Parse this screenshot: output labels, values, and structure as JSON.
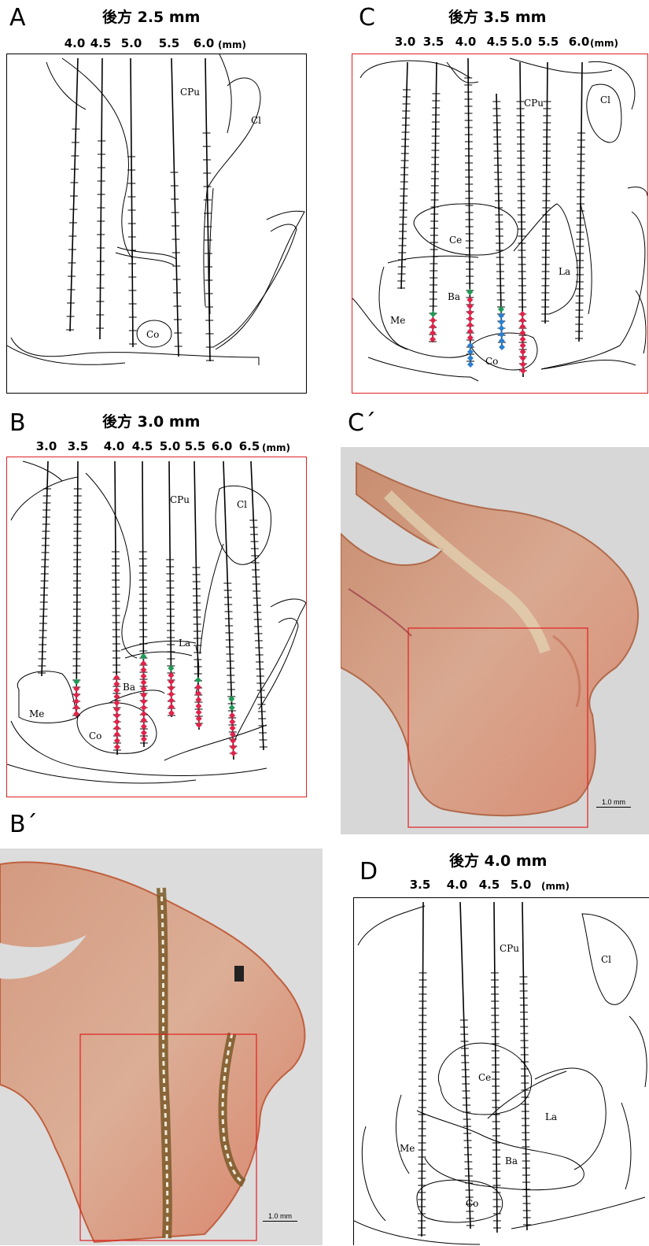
{
  "panels": {
    "A": {
      "letter": "A",
      "title": "後方 2.5 mm",
      "ticks": [
        "4.0",
        "4.5",
        "5.0",
        "5.5",
        "6.0"
      ],
      "unit": "(mm)",
      "regions": [
        "CPu",
        "Cl",
        "Co"
      ]
    },
    "B": {
      "letter": "B",
      "title": "後方 3.0 mm",
      "ticks": [
        "3.0",
        "3.5",
        "4.0",
        "4.5",
        "5.0",
        "5.5",
        "6.0",
        "6.5"
      ],
      "unit": "(mm)",
      "regions": [
        "CPu",
        "Cl",
        "La",
        "Ba",
        "Me",
        "Co"
      ]
    },
    "C": {
      "letter": "C",
      "title": "後方 3.5 mm",
      "ticks": [
        "3.0",
        "3.5",
        "4.0",
        "4.5",
        "5.0",
        "5.5",
        "6.0"
      ],
      "unit": "(mm)",
      "regions": [
        "CPu",
        "Cl",
        "Ce",
        "La",
        "Ba",
        "Me",
        "Co"
      ]
    },
    "Bp": {
      "letter": "B´",
      "scale": "1.0 mm"
    },
    "Cp": {
      "letter": "C´",
      "scale": "1.0 mm"
    },
    "D": {
      "letter": "D",
      "title": "後方 4.0 mm",
      "ticks": [
        "3.5",
        "4.0",
        "4.5",
        "5.0"
      ],
      "unit": "(mm)",
      "regions": [
        "CPu",
        "Cl",
        "Ce",
        "La",
        "Me",
        "Ba",
        "Co"
      ]
    }
  },
  "colors": {
    "marker_red": "#e0234a",
    "marker_green": "#1f9a55",
    "marker_blue": "#2a7fd0",
    "highlight_frame": "#e02020",
    "tissue": "#d9a38c",
    "tissue_dark": "#c8774f"
  }
}
